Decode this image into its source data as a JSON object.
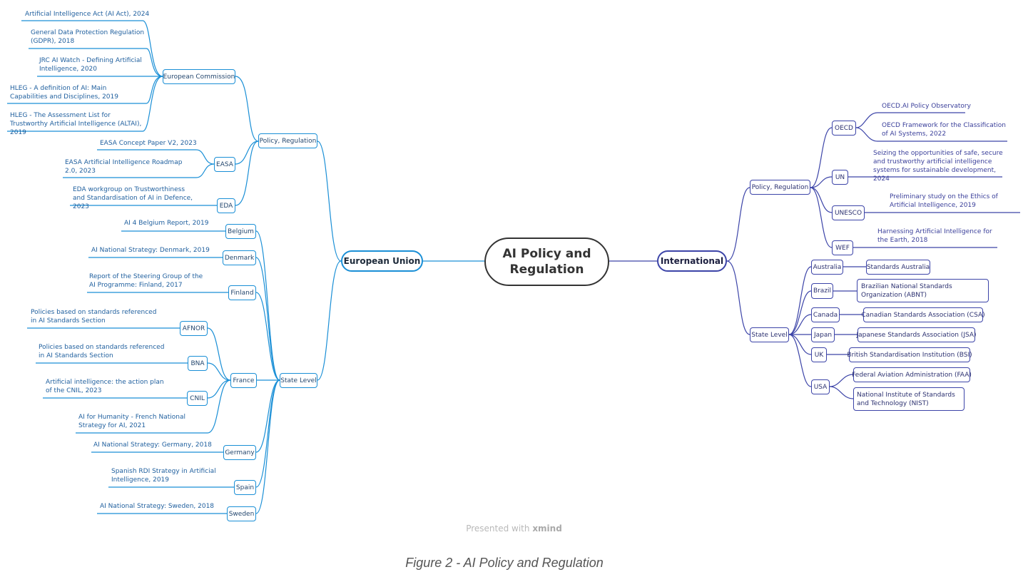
{
  "central_topic": "AI Policy and Regulation",
  "branches": {
    "eu": "European Union",
    "intl": "International"
  },
  "eu": {
    "policy_regulation": "Policy, Regulation",
    "european_commission": "European Commission",
    "ec_items": [
      "Artificial Intelligence Act (AI Act), 2024",
      "General Data Protection Regulation (GDPR), 2018",
      "JRC AI Watch - Defining Artificial Intelligence, 2020",
      "HLEG -  A definition of AI: Main Capabilities and Disciplines, 2019",
      "HLEG - The Assessment List for Trustworthy Artificial Intelligence (ALTAI), 2019"
    ],
    "easa": "EASA",
    "easa_items": [
      "EASA Concept Paper V2, 2023",
      "EASA Artificial Intelligence Roadmap 2.0, 2023"
    ],
    "eda": "EDA",
    "eda_items": [
      "EDA workgroup on Trustworthiness and Standardisation of AI in Defence, 2023"
    ],
    "state_level": "State Level",
    "states": {
      "belgium": {
        "name": "Belgium",
        "item": "AI 4 Belgium Report, 2019"
      },
      "denmark": {
        "name": "Denmark",
        "item": "AI National Strategy: Denmark, 2019"
      },
      "finland": {
        "name": "Finland",
        "item": "Report of the Steering Group of the AI Programme: Finland, 2017"
      },
      "france": {
        "name": "France",
        "afnor": "AFNOR",
        "afnor_item": "Policies based on standards referenced in AI Standards Section",
        "bna": "BNA",
        "bna_item": "Policies based on standards referenced in AI Standards Section",
        "cnil": "CNIL",
        "cnil_item": "Artificial intelligence: the action plan of the CNIL, 2023",
        "strategy_item": "AI for Humanity - French National Strategy for AI, 2021"
      },
      "germany": {
        "name": "Germany",
        "item": "AI National Strategy: Germany, 2018"
      },
      "spain": {
        "name": "Spain",
        "item": "Spanish RDI Strategy in Artificial Intelligence, 2019"
      },
      "sweden": {
        "name": "Sweden",
        "item": "AI National Strategy: Sweden, 2018"
      }
    }
  },
  "intl": {
    "policy_regulation": "Policy, Regulation",
    "oecd": "OECD",
    "oecd_items": [
      "OECD.AI Policy Observatory",
      "OECD Framework for the Classification of AI Systems, 2022"
    ],
    "un": "UN",
    "un_item": "Seizing the opportunities of safe, secure and trustworthy artificial intelligence systems for sustainable development, 2024",
    "unesco": "UNESCO",
    "unesco_item": "Preliminary study on the Ethics of Artificial Intelligence, 2019",
    "wef": "WEF",
    "wef_item": "Harnessing Artificial Intelligence for the Earth, 2018",
    "state_level": "State Level",
    "countries": [
      {
        "name": "Australia",
        "body": "Standards Australia"
      },
      {
        "name": "Brazil",
        "body": "Brazilian National Standards Organization (ABNT)"
      },
      {
        "name": "Canada",
        "body": "Canadian Standards Association (CSA)"
      },
      {
        "name": "Japan",
        "body": "Japanese Standards Association (JSA)"
      },
      {
        "name": "UK",
        "body": "British Standardisation Institution (BSI)"
      }
    ],
    "usa": "USA",
    "usa_bodies": [
      "Federal Aviation Administration (FAA)",
      "National Institute of Standards and Technology (NIST)"
    ]
  },
  "credit": {
    "prefix": "Presented with",
    "brand": "xmind"
  },
  "caption": "Figure 2 - AI Policy and Regulation",
  "colors": {
    "eu_line": "#1a8fd6",
    "intl_line": "#3c44a8",
    "central_border": "#333333"
  }
}
